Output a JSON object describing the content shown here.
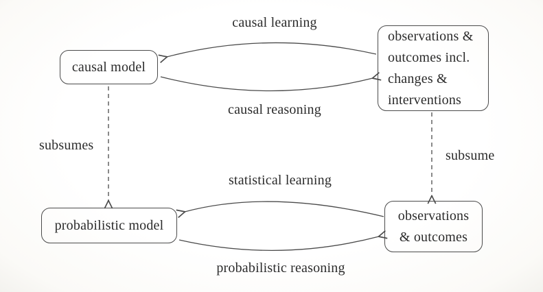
{
  "diagram": {
    "colors": {
      "background": "#ffffff",
      "line": "#4a4a4a",
      "text": "#2b2b2b"
    },
    "nodes": {
      "causal_model": {
        "label": "causal model"
      },
      "observations_interventions": {
        "lines": [
          "observations &",
          "outcomes incl.",
          "changes &",
          "interventions"
        ]
      },
      "probabilistic_model": {
        "label": "probabilistic model"
      },
      "observations_outcomes": {
        "lines": [
          "observations",
          "& outcomes"
        ]
      }
    },
    "edges": {
      "causal_learning": {
        "label": "causal learning",
        "from": "observations_interventions",
        "to": "causal_model",
        "style": "solid-curved"
      },
      "causal_reasoning": {
        "label": "causal reasoning",
        "from": "causal_model",
        "to": "observations_interventions",
        "style": "solid-curved"
      },
      "statistical_learning": {
        "label": "statistical learning",
        "from": "observations_outcomes",
        "to": "probabilistic_model",
        "style": "solid-curved"
      },
      "probabilistic_reasoning": {
        "label": "probabilistic reasoning",
        "from": "probabilistic_model",
        "to": "observations_outcomes",
        "style": "solid-curved"
      },
      "subsumes": {
        "label": "subsumes",
        "from": "causal_model",
        "to": "probabilistic_model",
        "style": "dashed"
      },
      "subsume": {
        "label": "subsume",
        "from": "observations_interventions",
        "to": "observations_outcomes",
        "style": "dashed"
      }
    }
  }
}
